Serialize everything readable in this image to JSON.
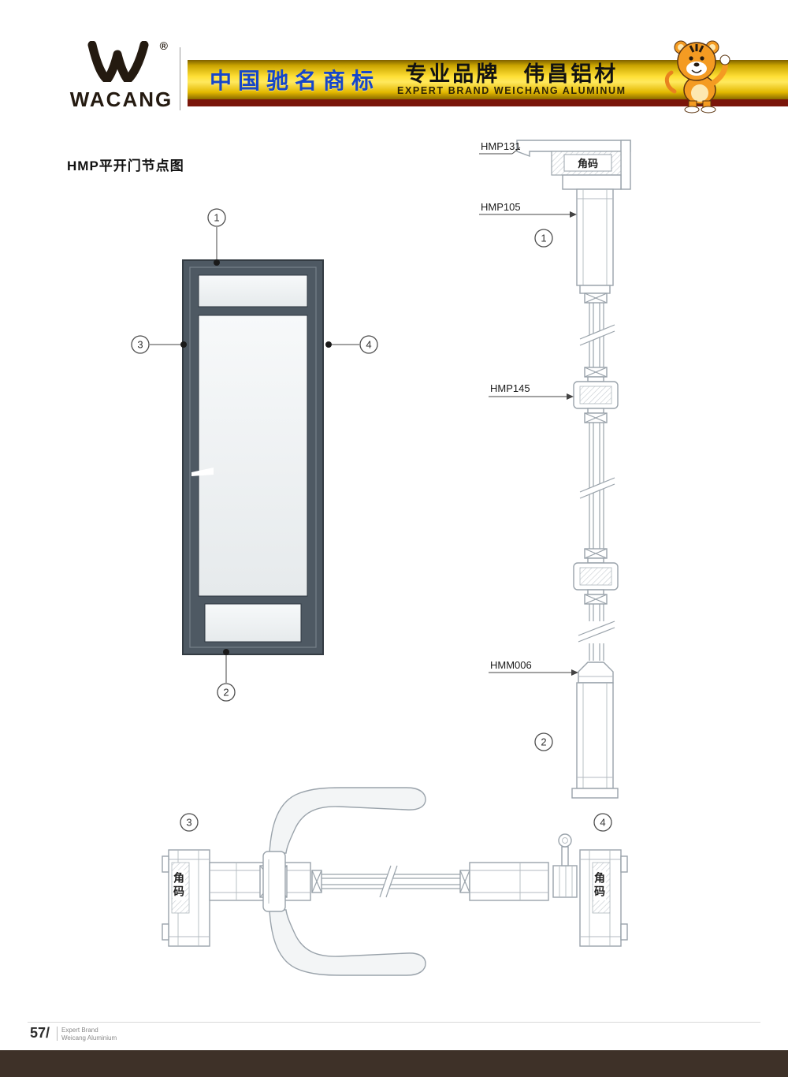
{
  "header": {
    "brand": "WACANG",
    "reg_mark": "®",
    "banner": {
      "famous_mark_cn": "中国驰名商标",
      "brand_slogan_cn": "专业品牌　伟昌铝材",
      "brand_slogan_en": "EXPERT BRAND WEICHANG ALUMINUM"
    },
    "mascot": "tiger-mascot",
    "colors": {
      "gold": "#f5c400",
      "blue_text": "#1646c8",
      "maroon": "#7a150a",
      "footer_bar": "#3e3128",
      "door_frame": "#4e5963"
    }
  },
  "diagram": {
    "title": "HMP平开门节点图",
    "callout_1": "1",
    "callout_2": "2",
    "callout_3": "3",
    "callout_4": "4",
    "labels": {
      "hmp131": "HMP131",
      "hmp105": "HMP105",
      "hmp145": "HMP145",
      "hmm006": "HMM006",
      "corner_code_top": "角码",
      "corner_code_left": "角码",
      "corner_code_right": "角码"
    }
  },
  "footer": {
    "page_number": "57/",
    "brand_line1": "Expert Brand",
    "brand_line2": "Weicang Aluminium"
  }
}
